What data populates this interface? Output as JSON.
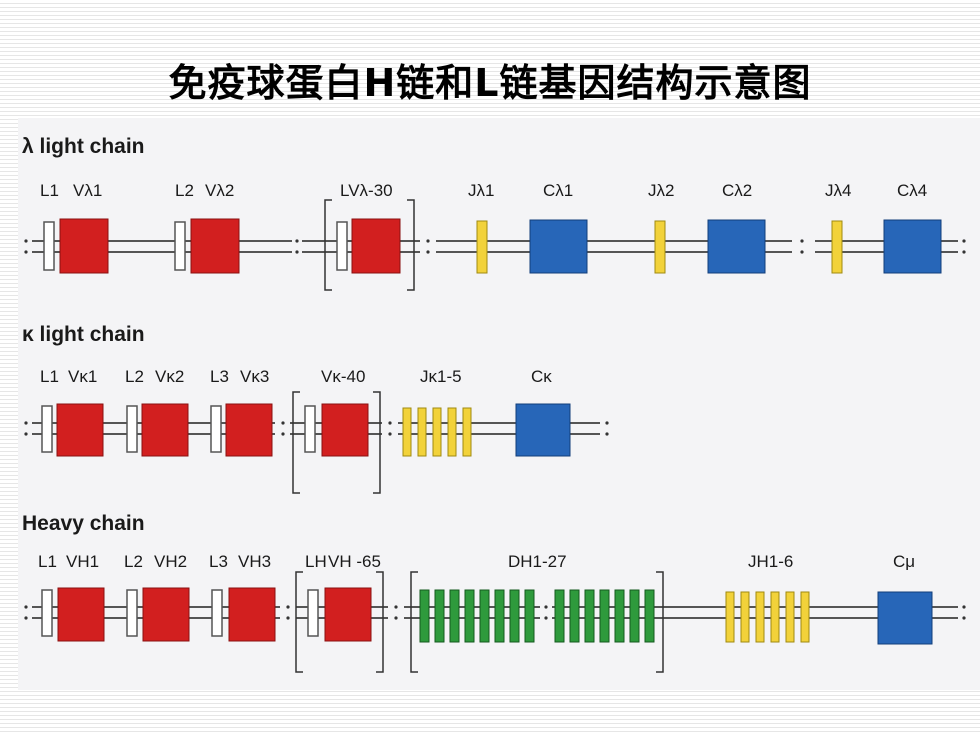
{
  "title": "免疫球蛋白H链和L链基因结构示意图",
  "colors": {
    "v_segment": "#d21f1f",
    "leader": "#ffffff",
    "j_lambda_kappa": "#f2d23a",
    "d_segment": "#2e9a3c",
    "j_heavy": "#f2d23a",
    "c_segment": "#2766b8",
    "dna_line": "#555555"
  },
  "sections": {
    "lambda": {
      "title": "λ light chain",
      "labels": {
        "l1": "L1",
        "v1": "Vλ1",
        "l2": "L2",
        "v2": "Vλ2",
        "lv30": "LVλ-30",
        "j1": "Jλ1",
        "c1": "Cλ1",
        "j2": "Jλ2",
        "c2": "Cλ2",
        "j4": "Jλ4",
        "c4": "Cλ4"
      }
    },
    "kappa": {
      "title": "κ light chain",
      "labels": {
        "l1": "L1",
        "v1": "Vκ1",
        "l2": "L2",
        "v2": "Vκ2",
        "l3": "L3",
        "v3": "Vκ3",
        "v40": "Vκ-40",
        "j15": "Jκ1-5",
        "c": "Cκ"
      }
    },
    "heavy": {
      "title": "Heavy chain",
      "labels": {
        "l1": "L1",
        "v1": "VH1",
        "l2": "L2",
        "v2": "VH2",
        "l3": "L3",
        "v3": "VH3",
        "lh": "LH",
        "vh65": "VH -65",
        "d127": "DH1-27",
        "jh16": "JH1-6",
        "cmu": "Cμ"
      }
    }
  }
}
